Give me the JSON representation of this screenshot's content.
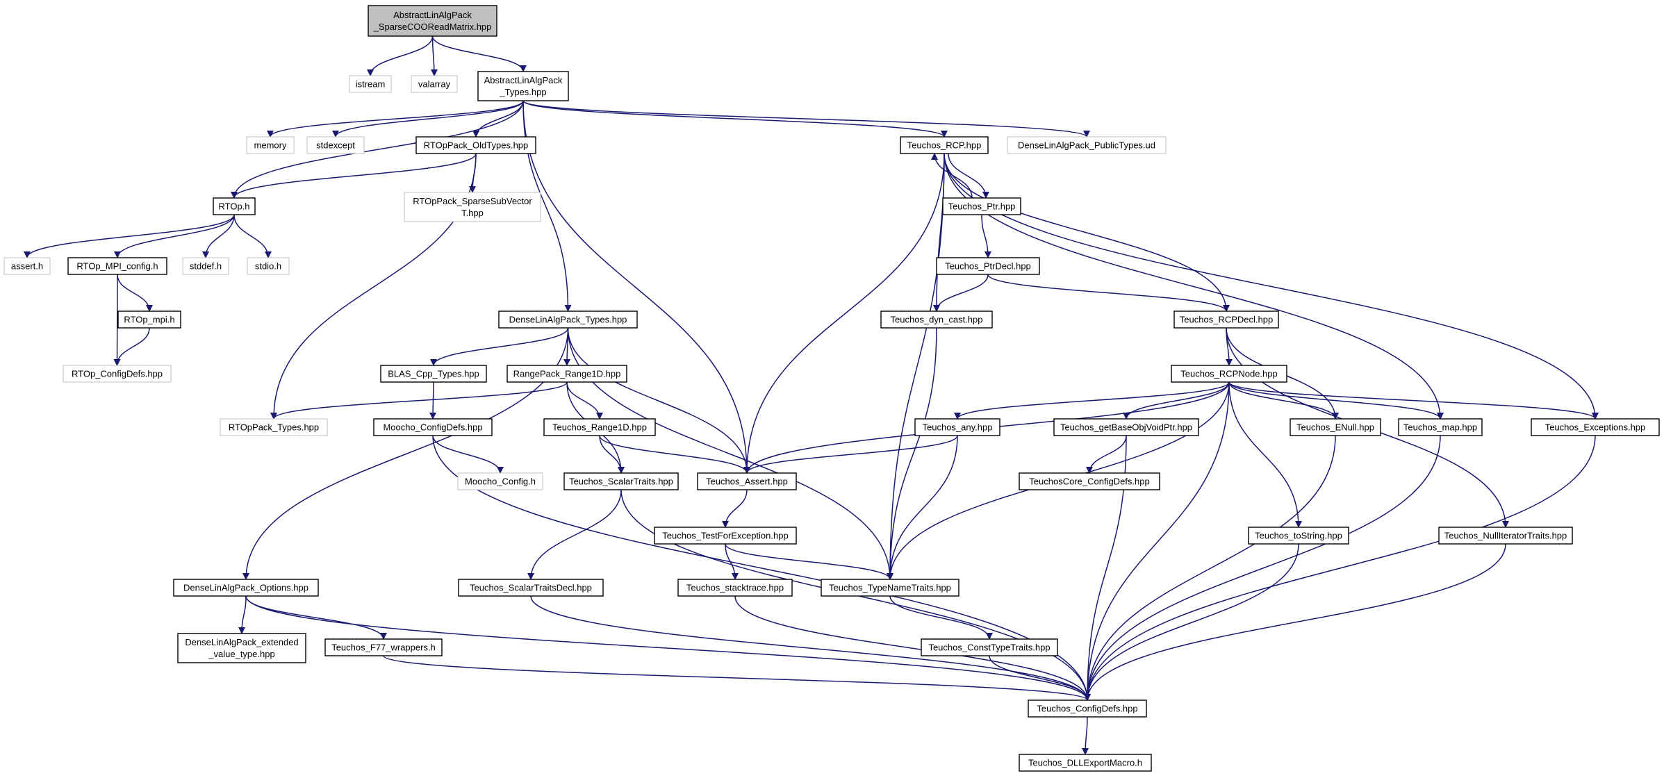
{
  "colors": {
    "edge": "#191970",
    "root_fill": "#bfbfbf",
    "node_border": "#000000",
    "external_border": "#bfbfbf"
  },
  "nodes": {
    "root": [
      "AbstractLinAlgPack",
      "_SparseCOOReadMatrix.hpp"
    ],
    "istream": [
      "istream"
    ],
    "valarray": [
      "valarray"
    ],
    "alap_types": [
      "AbstractLinAlgPack",
      "_Types.hpp"
    ],
    "memory": [
      "memory"
    ],
    "stdexcept": [
      "stdexcept"
    ],
    "rtoppack_oldtypes": [
      "RTOpPack_OldTypes.hpp"
    ],
    "teuchos_rcp": [
      "Teuchos_RCP.hpp"
    ],
    "dlap_publictypes": [
      "DenseLinAlgPack_PublicTypes.ud"
    ],
    "rtop_h": [
      "RTOp.h"
    ],
    "rtoppack_sparsesub": [
      "RTOpPack_SparseSubVector",
      "T.hpp"
    ],
    "teuchos_ptr": [
      "Teuchos_Ptr.hpp"
    ],
    "assert_h": [
      "assert.h"
    ],
    "rtop_mpi_config": [
      "RTOp_MPI_config.h"
    ],
    "stddef_h": [
      "stddef.h"
    ],
    "stdio_h": [
      "stdio.h"
    ],
    "teuchos_ptrdecl": [
      "Teuchos_PtrDecl.hpp"
    ],
    "rtop_mpi": [
      "RTOp_mpi.h"
    ],
    "dlap_types": [
      "DenseLinAlgPack_Types.hpp"
    ],
    "teuchos_dyncast": [
      "Teuchos_dyn_cast.hpp"
    ],
    "teuchos_rcpdecl": [
      "Teuchos_RCPDecl.hpp"
    ],
    "rtop_configdefs": [
      "RTOp_ConfigDefs.hpp"
    ],
    "blas_cpp_types": [
      "BLAS_Cpp_Types.hpp"
    ],
    "rangepack_range1d": [
      "RangePack_Range1D.hpp"
    ],
    "teuchos_rcpnode": [
      "Teuchos_RCPNode.hpp"
    ],
    "rtoppack_types": [
      "RTOpPack_Types.hpp"
    ],
    "moocho_configdefs": [
      "Moocho_ConfigDefs.hpp"
    ],
    "teuchos_range1d": [
      "Teuchos_Range1D.hpp"
    ],
    "teuchos_any": [
      "Teuchos_any.hpp"
    ],
    "teuchos_getbaseobj": [
      "Teuchos_getBaseObjVoidPtr.hpp"
    ],
    "teuchos_enull": [
      "Teuchos_ENull.hpp"
    ],
    "teuchos_map": [
      "Teuchos_map.hpp"
    ],
    "teuchos_exceptions": [
      "Teuchos_Exceptions.hpp"
    ],
    "moocho_config": [
      "Moocho_Config.h"
    ],
    "teuchos_scalartraits": [
      "Teuchos_ScalarTraits.hpp"
    ],
    "teuchos_assert": [
      "Teuchos_Assert.hpp"
    ],
    "teuchoscore_configdefs": [
      "TeuchosCore_ConfigDefs.hpp"
    ],
    "teuchos_testforexception": [
      "Teuchos_TestForException.hpp"
    ],
    "teuchos_tostring": [
      "Teuchos_toString.hpp"
    ],
    "teuchos_nulliterator": [
      "Teuchos_NullIteratorTraits.hpp"
    ],
    "dlap_options": [
      "DenseLinAlgPack_Options.hpp"
    ],
    "teuchos_scalartraitsdecl": [
      "Teuchos_ScalarTraitsDecl.hpp"
    ],
    "teuchos_stacktrace": [
      "Teuchos_stacktrace.hpp"
    ],
    "teuchos_typenametraits": [
      "Teuchos_TypeNameTraits.hpp"
    ],
    "dlap_extended": [
      "DenseLinAlgPack_extended",
      "_value_type.hpp"
    ],
    "teuchos_f77": [
      "Teuchos_F77_wrappers.h"
    ],
    "teuchos_consttypetraits": [
      "Teuchos_ConstTypeTraits.hpp"
    ],
    "teuchos_configdefs": [
      "Teuchos_ConfigDefs.hpp"
    ],
    "teuchos_dllexport": [
      "Teuchos_DLLExportMacro.h"
    ]
  }
}
